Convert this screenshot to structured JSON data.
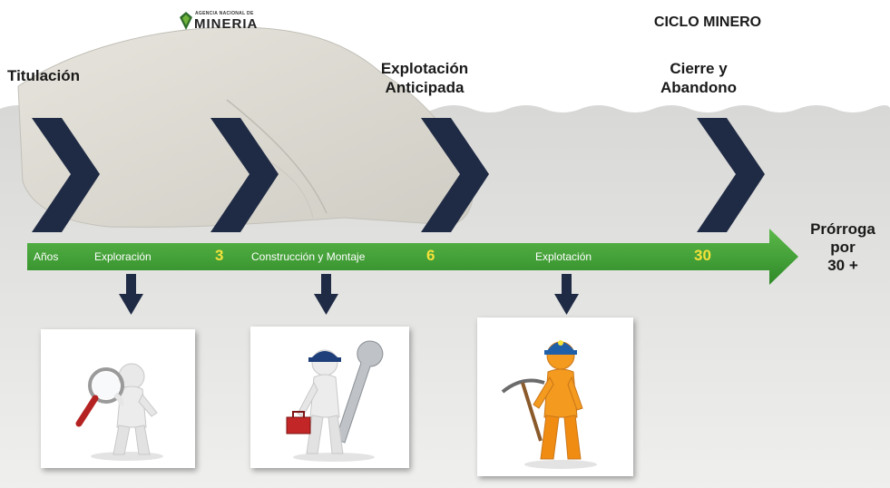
{
  "header": {
    "logo_small": "AGENCIA NACIONAL DE",
    "logo_big": "MINERIA",
    "title": "CICLO MINERO"
  },
  "stages": {
    "titulacion": "Titulación",
    "explotacion_anticipada_l1": "Explotación",
    "explotacion_anticipada_l2": "Anticipada",
    "cierre_l1": "Cierre y",
    "cierre_l2": "Abandono"
  },
  "timeline": {
    "anos": "Años",
    "exploracion": "Exploración",
    "year_3": "3",
    "construccion": "Construcción y Montaje",
    "year_6": "6",
    "explotacion": "Explotación",
    "year_30": "30",
    "prorroga_l1": "Prórroga",
    "prorroga_l2": "por",
    "prorroga_l3": "30 +"
  },
  "icons": {
    "exploracion": "magnifier-figure-icon",
    "construccion": "wrench-worker-icon",
    "explotacion": "miner-pickaxe-icon"
  },
  "colors": {
    "chevron": "#1f2a44",
    "bar": "#3f9c35",
    "numbers": "#f5e23a",
    "miner": "#f39a1f",
    "helmet": "#1f5fa8"
  }
}
